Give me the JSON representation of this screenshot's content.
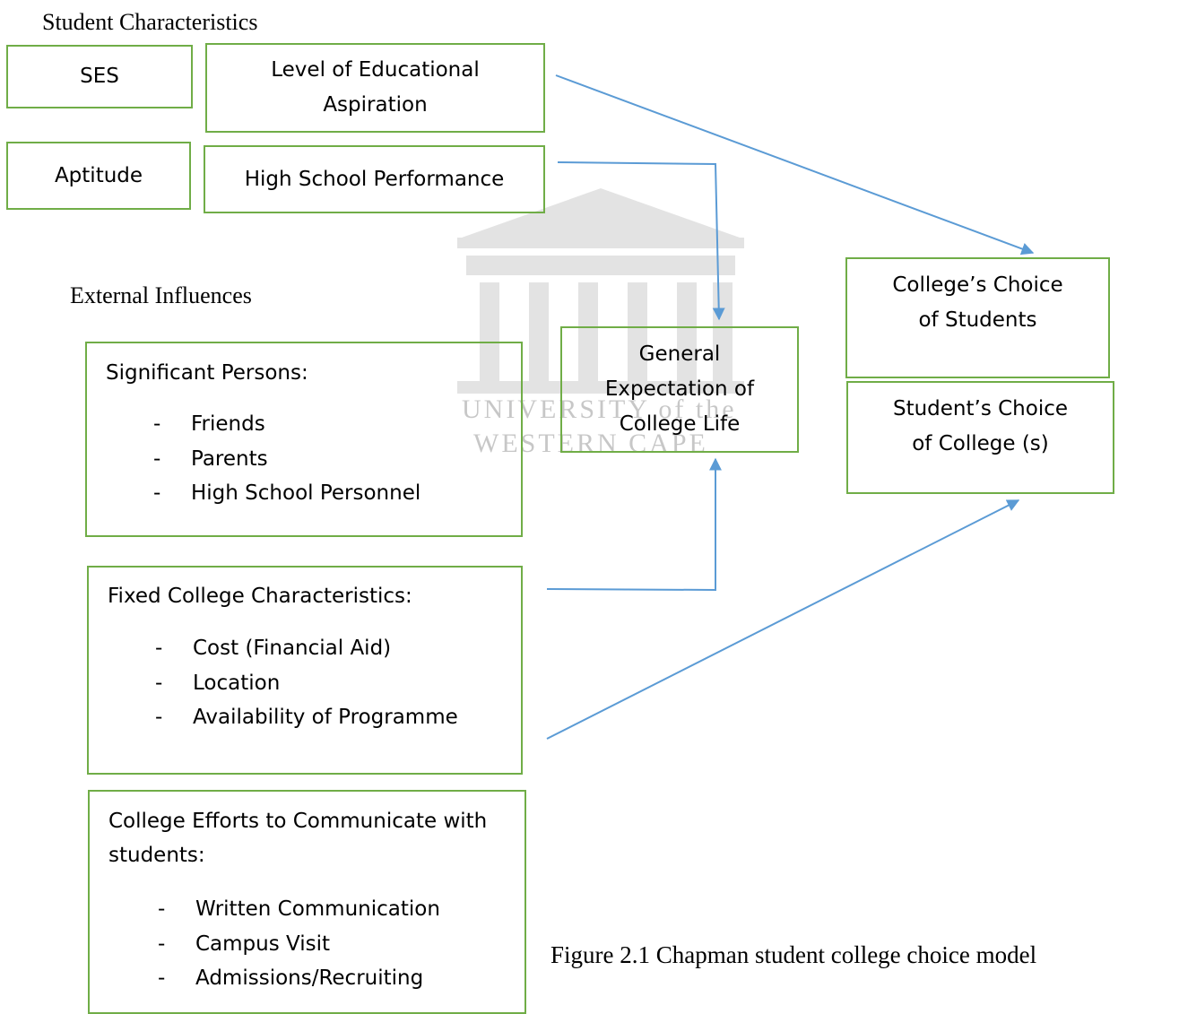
{
  "headings": {
    "student_characteristics": "Student Characteristics",
    "external_influences": "External Influences"
  },
  "boxes": {
    "ses": "SES",
    "aspiration": "Level of Educational Aspiration",
    "aptitude": "Aptitude",
    "high_school": "High School Performance",
    "general_expectation": "General Expectation of College Life",
    "college_choice_students": "College’s Choice of Students",
    "student_choice_college": "Student’s Choice of College (s)"
  },
  "significant_persons": {
    "title": "Significant Persons:",
    "items": [
      "Friends",
      "Parents",
      "High School Personnel"
    ]
  },
  "fixed_characteristics": {
    "title": "Fixed College Characteristics:",
    "items": [
      "Cost (Financial Aid)",
      "Location",
      "Availability of Programme"
    ]
  },
  "college_efforts": {
    "title_line1": "College Efforts to Communicate with",
    "title_line2": "students:",
    "items": [
      "Written Communication",
      "Campus Visit",
      "Admissions/Recruiting"
    ]
  },
  "bullet": "-",
  "caption": "Figure 2.1 Chapman student college choice model",
  "watermark": {
    "line1": "UNIVERSITY of the",
    "line2": "WESTERN CAPE"
  },
  "colors": {
    "box_border": "#70ad47",
    "arrow": "#5b9bd5",
    "text": "#000000"
  }
}
